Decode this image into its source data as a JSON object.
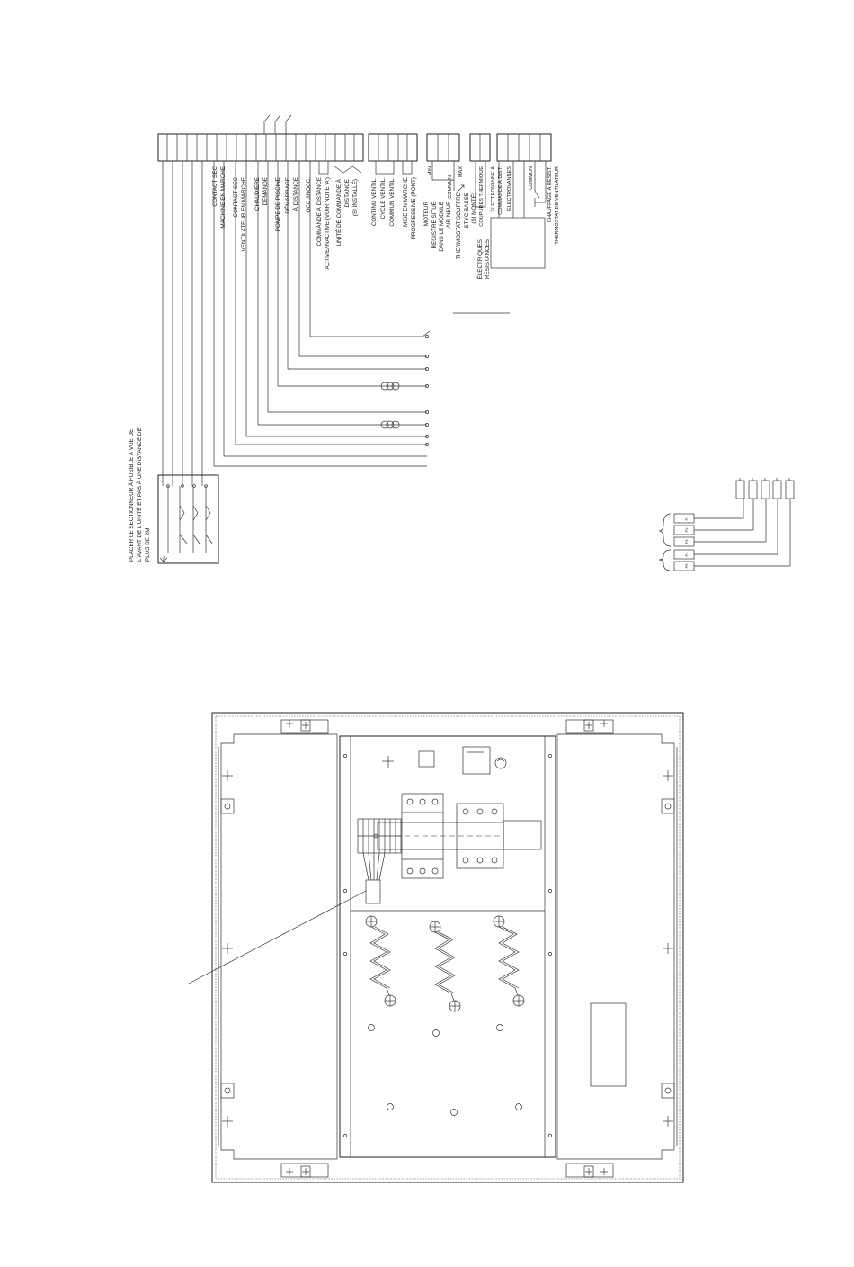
{
  "terminal_labels": [
    {
      "id": "contact-sec-1",
      "lines": [
        "CONTACT SEC",
        "MACHINE EN MARCHE"
      ]
    },
    {
      "id": "contact-sec-2",
      "lines": [
        "CONTACT SEC",
        "VENTILATEUR EN MARCHE"
      ]
    },
    {
      "id": "chaudiere",
      "lines": [
        "CHAUDIÈRE",
        "DEMANDE"
      ]
    },
    {
      "id": "pompe",
      "lines": [
        "POMPE DE PISCINE"
      ]
    },
    {
      "id": "demarrage",
      "lines": [
        "DÉMARRAGE",
        "À DISTANCE"
      ]
    },
    {
      "id": "occ",
      "lines": [
        "OCC./INOCC.",
        "COMMANDE À DISTANCE",
        "ACTIVE/INACTIVE (VOIR NOTE 'A')"
      ]
    },
    {
      "id": "unite",
      "lines": [
        "UNITÉ DE COMMANDE À",
        "DISTANCE",
        "(SI INSTALLÉ)"
      ]
    },
    {
      "id": "ventil",
      "lines": [
        "CONTINU VENTIL.",
        "CYCLE VENTIL.",
        "COMMUN VENTIL."
      ]
    },
    {
      "id": "progressive",
      "lines": [
        "MISE EN MARCHE",
        "PROGRESSIVE (PONT)"
      ]
    },
    {
      "id": "moteur",
      "lines": [
        "MOTEUR",
        "REGISTRE SITUÉ",
        "DANS LE MODULE",
        "AIR NEUF"
      ]
    },
    {
      "id": "thermostat",
      "lines": [
        "THERMOSTAT SOUFFRE",
        "STYC BASSE",
        "(SI MONTÉ)"
      ]
    },
    {
      "id": "electriques",
      "lines": [
        "ÉLECTRIQUES",
        "RÉSISTANCES"
      ]
    },
    {
      "id": "coupures",
      "lines": [
        "COUPURES THERMIQUE"
      ]
    },
    {
      "id": "electrovanne-1",
      "lines": [
        "ÉLECTROVANNE À",
        "COMMANDE À DIST."
      ]
    },
    {
      "id": "electrovannes",
      "lines": [
        "ÉLECTROVANNES"
      ]
    },
    {
      "id": "commun",
      "lines": [
        "COMMUN"
      ]
    },
    {
      "id": "chauffage",
      "lines": [
        "CHAUFFAGE À RESIST.",
        "THERMOSTAT DE VENTILATEUR"
      ]
    }
  ],
  "labels": {
    "min": "MIN",
    "max": "MAX",
    "commun_motor": "COMMUN",
    "disconnect_note": [
      "PLACER LE SECTIONNEUR À FUSIBLE À VUE DE",
      "L'AVANT DE L'UNITÉ ET PAS À UNE DISTANCE DE",
      "PLUS DE 2M"
    ]
  },
  "connector_pins": [
    "P1",
    "P2",
    "P3",
    "P4",
    "P5"
  ]
}
